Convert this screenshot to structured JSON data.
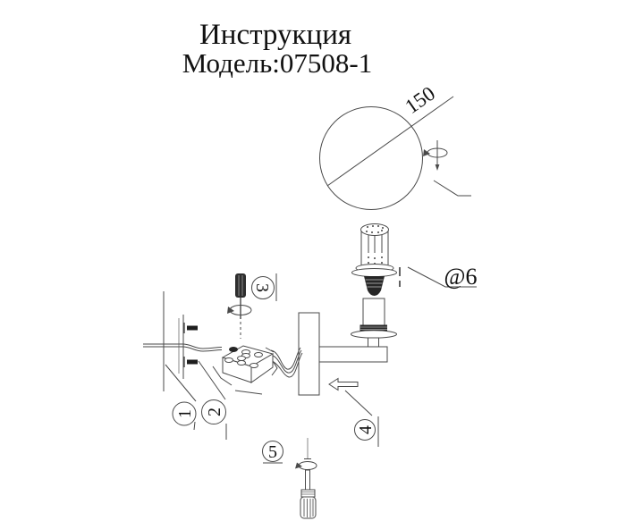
{
  "header": {
    "title": "Инструкция",
    "model": "Модель:07508-1"
  },
  "diagram": {
    "shade_diameter": "150",
    "mount_hole_spec": "@6",
    "callouts": {
      "c1": "1",
      "c2": "2",
      "c3": "3",
      "c4": "4",
      "c5": "5"
    }
  },
  "colors": {
    "background": "#ffffff",
    "line": "#4a4a4a",
    "dark_fill": "#262626",
    "text": "#111111"
  }
}
